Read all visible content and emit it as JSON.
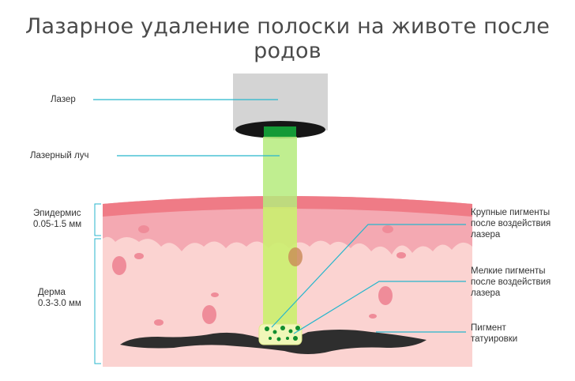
{
  "title": "Лазарное удаление полоски на животе после родов",
  "labels": {
    "laser": "Лазер",
    "laser_beam": "Лазерный луч",
    "epidermis": {
      "name": "Эпидермис",
      "thickness": "0.05-1.5 мм"
    },
    "dermis": {
      "name": "Дерма",
      "thickness": "0.3-3.0 мм"
    },
    "large_pigments": [
      "Крупные пигменты",
      "после воздействия",
      "лазера"
    ],
    "small_pigments": [
      "Мелкие пигменты",
      "после воздействия",
      "лазера"
    ],
    "tattoo_pigment": [
      "Пигмент",
      "татуировки"
    ]
  },
  "colors": {
    "line": "#27b6cc",
    "laser_body": "#d4d4d4",
    "beam": "#b5eb7c",
    "epidermis": "#f08a93",
    "dermis": "#fbd3d1",
    "pigment": "#2e2e2e",
    "cells": "#ef8c99"
  }
}
